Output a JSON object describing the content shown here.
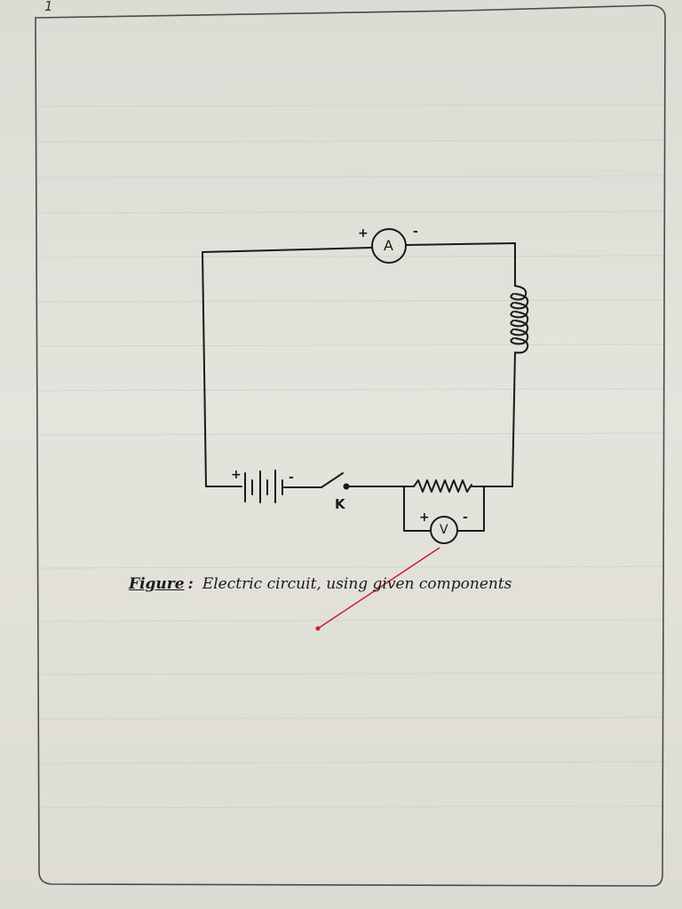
{
  "page": {
    "page_number": "1"
  },
  "diagram": {
    "ammeter": {
      "label": "A",
      "plus": "+",
      "minus": "-"
    },
    "voltmeter": {
      "label": "V",
      "plus": "+",
      "minus": "-"
    },
    "battery": {
      "plus": "+",
      "minus": "-"
    },
    "key": {
      "label": "K"
    }
  },
  "caption": {
    "prefix": "Figure",
    "separator": ":",
    "text": "Electric circuit, using given components"
  },
  "colors": {
    "ink": "#1a1a1a",
    "paper": "#e2e1da",
    "margin_line": "#555555",
    "pen_mark": "#c8202a"
  }
}
